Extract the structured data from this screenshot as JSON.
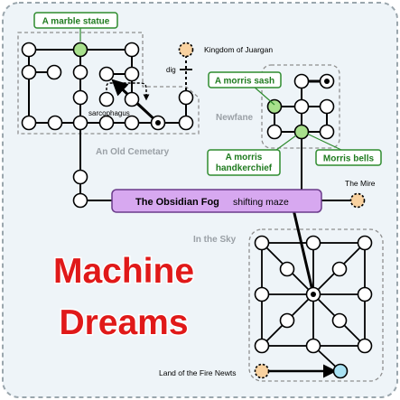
{
  "title": {
    "line1": "Machine",
    "line2": "Dreams",
    "color": "#e01919"
  },
  "colors": {
    "frame_fill": "#eef4f8",
    "frame_stroke": "#9aa6ad",
    "region_stroke": "#8f8f8f",
    "green_node": "#a8e08c",
    "green_text": "#1e7a1e",
    "green_border": "#2e8b2e",
    "fog_fill": "#d7a8f0",
    "fog_stroke": "#6a3a8a",
    "exit_fill": "#f9d2a0",
    "blue_node": "#a9e2f3",
    "region_text": "#9aa0a6"
  },
  "regions": {
    "cemetery": "An Old Cemetary",
    "newfane": "Newfane",
    "sky": "In the Sky"
  },
  "fog": {
    "name": "The Obsidian Fog",
    "note": "shifting maze"
  },
  "callouts": {
    "statue": "A marble statue",
    "sash": "A morris sash",
    "handkerchief_1": "A morris",
    "handkerchief_2": "handkerchief",
    "bells": "Morris bells"
  },
  "annotations": {
    "dig": "dig",
    "sarcophagus": "sarcophagus"
  },
  "exits": {
    "juargan": "Kingdom of Juargan",
    "mire": "The Mire",
    "fire_newts": "Land of the Fire Newts"
  }
}
